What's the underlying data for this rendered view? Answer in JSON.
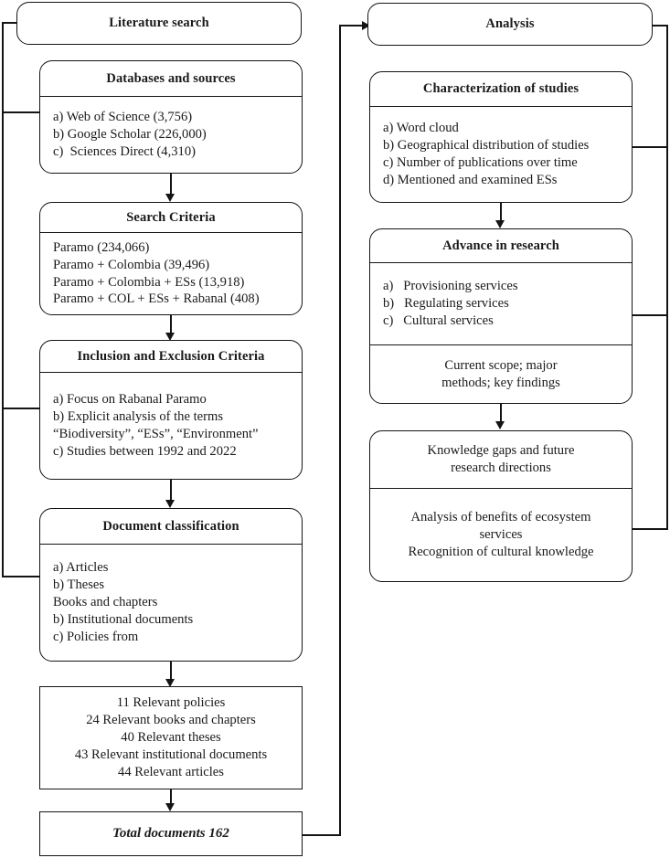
{
  "diagram": {
    "title": "Literature search and analysis flowchart",
    "line_color": "#141414",
    "background": "#ffffff"
  },
  "left_column": {
    "literature_search": {
      "header": "Literature search"
    },
    "databases": {
      "header": "Databases and sources",
      "items": [
        "a) Web of Science (3,756)",
        "b) Google Scholar (226,000)",
        "c)  Sciences Direct (4,310)"
      ]
    },
    "search_criteria": {
      "header": "Search Criteria",
      "items": [
        "Paramo (234,066)",
        "Paramo + Colombia (39,496)",
        "Paramo + Colombia + ESs (13,918)",
        "Paramo + COL + ESs + Rabanal (408)"
      ]
    },
    "inclusion_exclusion": {
      "header": "Inclusion and Exclusion Criteria",
      "items": [
        "a) Focus on Rabanal Paramo",
        "b) Explicit analysis of the terms",
        "“Biodiversity”, “ESs”, “Environment”",
        "c) Studies between 1992 and 2022"
      ]
    },
    "document_classification": {
      "header": "Document classification",
      "items": [
        "a) Articles",
        "b) Theses",
        "Books and chapters",
        "b) Institutional documents",
        "c) Policies from"
      ]
    },
    "relevant_counts": {
      "items": [
        "11 Relevant policies",
        "24 Relevant books and chapters",
        "40 Relevant theses",
        "43 Relevant institutional documents",
        "44 Relevant articles"
      ]
    },
    "total_documents": {
      "label": "Total documents 162"
    }
  },
  "right_column": {
    "analysis": {
      "header": "Analysis"
    },
    "characterization": {
      "header": "Characterization of studies",
      "items": [
        "a) Word cloud",
        "b) Geographical distribution of studies",
        "c) Number of publications over time",
        "d) Mentioned and examined ESs"
      ]
    },
    "advance_in_research": {
      "header": "Advance in research",
      "items": [
        "a)   Provisioning services",
        "b)   Regulating services",
        "c)   Cultural services"
      ],
      "footer": [
        "Current scope; major",
        "methods; key findings"
      ]
    },
    "knowledge_gaps": {
      "header": [
        "Knowledge gaps and future",
        "research directions"
      ],
      "footer": [
        "Analysis of benefits of ecosystem",
        "services",
        "Recognition of cultural knowledge"
      ]
    }
  }
}
